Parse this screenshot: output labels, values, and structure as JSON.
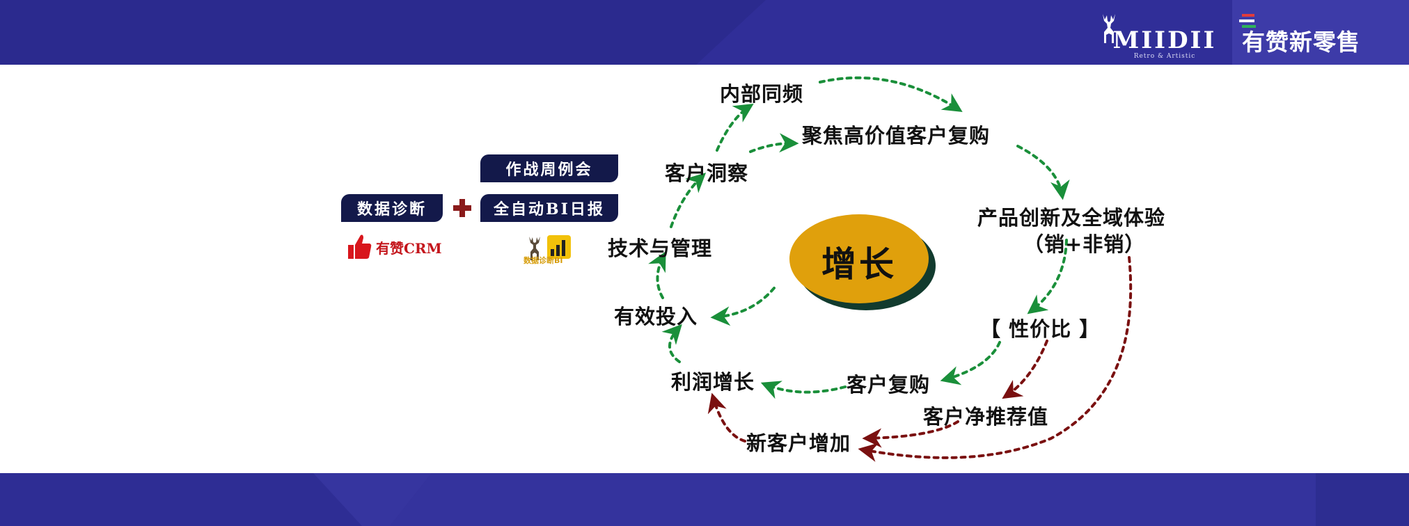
{
  "header": {
    "brand_miidii": "MIIDII",
    "brand_miidii_sub": "Retro & Artistic",
    "brand_youzan": "有赞新零售"
  },
  "tools": {
    "data_diagnosis": "数据诊断",
    "weekly_meeting": "作战周例会",
    "auto_bi_report": "全自动BI日报",
    "crm_label": "有赞CRM",
    "bi_label": "数据诊断BI"
  },
  "diagram": {
    "center": "增长",
    "nodes": {
      "internal_sync": "内部同频",
      "focus_high_value": "聚焦高价值客户复购",
      "customer_insight": "客户洞察",
      "product_innovation": "产品创新及全域体验",
      "product_innovation_sub": "（销+非销）",
      "tech_management": "技术与管理",
      "effective_input": "有效投入",
      "price_performance": "【 性价比 】",
      "profit_growth": "利润增长",
      "customer_repurchase": "客户复购",
      "nps": "客户净推荐值",
      "new_customer": "新客户增加"
    }
  },
  "colors": {
    "header_band": "#2b2a8e",
    "tag_bg": "#13194a",
    "green_arrow": "#1a8f3a",
    "red_arrow": "#7a1010",
    "growth_gold": "#e0a00c",
    "growth_shadow": "#123b2e"
  }
}
